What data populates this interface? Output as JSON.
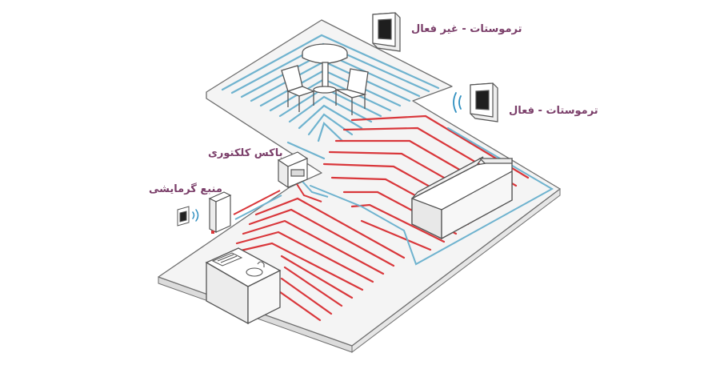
{
  "labels": {
    "thermostat_inactive": "ترموستات - غیر فعال",
    "thermostat_active": "ترموستات - فعال",
    "collector_box": "باکس کلکتوری",
    "heat_source": "منبع گرمایشی"
  },
  "colors": {
    "label_text": "#7b3f6a",
    "cold_pipe": "#6fb3cf",
    "hot_pipe": "#d9373b",
    "floor": "#f4f4f4",
    "outline": "#6e6e6e",
    "wireless_waves": "#2f8fc0"
  },
  "icons": [
    "dining-table",
    "chair",
    "sofa",
    "kitchen-counter",
    "sink",
    "stove",
    "wall-thermostat",
    "room-thermostat",
    "collector-manifold",
    "boiler",
    "wireless-signal"
  ]
}
